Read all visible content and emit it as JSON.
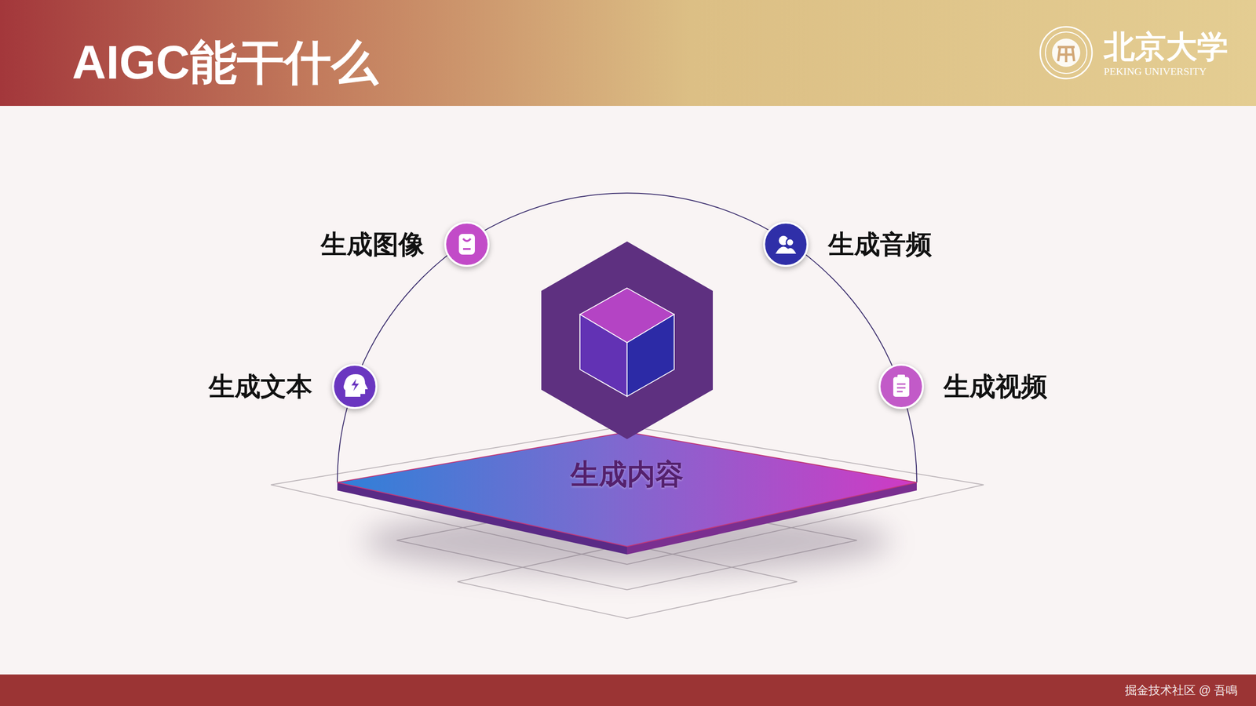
{
  "diagram": {
    "title": "AIGC能干什么",
    "nodes": [
      {
        "text": [
          "生成图像"
        ]
      },
      {
        "text": [
          "生成音频"
        ]
      },
      {
        "text": [
          "生成文本"
        ]
      },
      {
        "text": [
          "生成视频"
        ]
      },
      {
        "text": [
          "生成内容"
        ]
      }
    ],
    "labels": [
      "北京大学",
      "PEKING UNIVERSITY",
      "掘金技术社区 @ 吾鳴"
    ]
  }
}
